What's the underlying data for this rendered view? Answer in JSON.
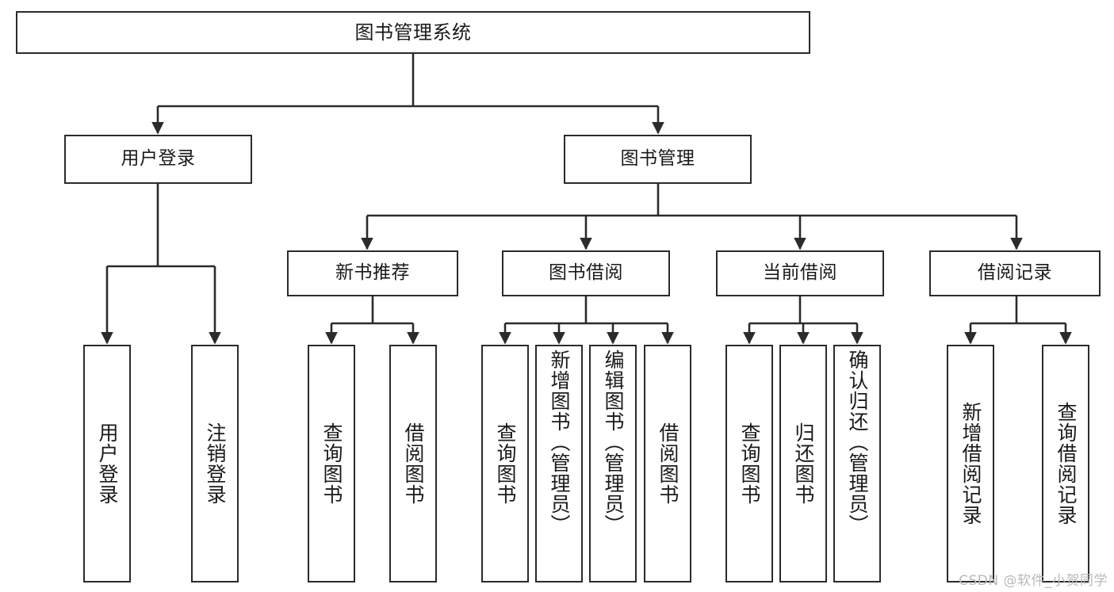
{
  "diagram": {
    "title": "图书管理系统",
    "watermark": "CSDN @软件_小贺同学",
    "colors": {
      "node_border": "#2b2b2b",
      "node_fill": "#ffffff",
      "edge": "#2b2b2b",
      "text": "#1a1a1a",
      "watermark": "#b9b9b9",
      "background": "#ffffff"
    },
    "root": {
      "label": "图书管理系统"
    },
    "tier2": [
      {
        "label": "用户登录"
      },
      {
        "label": "图书管理"
      }
    ],
    "tier3": [
      {
        "label": "新书推荐"
      },
      {
        "label": "图书借阅"
      },
      {
        "label": "当前借阅"
      },
      {
        "label": "借阅记录"
      }
    ],
    "leaves": {
      "user_login": [
        {
          "label": "用户登录"
        },
        {
          "label": "注销登录"
        }
      ],
      "new_book_recommend": [
        {
          "label": "查询图书"
        },
        {
          "label": "借阅图书"
        }
      ],
      "book_borrow": [
        {
          "label": "查询图书"
        },
        {
          "label": "新增图书（管理员）"
        },
        {
          "label": "编辑图书（管理员）"
        },
        {
          "label": "借阅图书"
        }
      ],
      "current_borrow": [
        {
          "label": "查询图书"
        },
        {
          "label": "归还图书"
        },
        {
          "label": "确认归还（管理员）"
        }
      ],
      "borrow_record": [
        {
          "label": "新增借阅记录"
        },
        {
          "label": "查询借阅记录"
        }
      ]
    }
  }
}
